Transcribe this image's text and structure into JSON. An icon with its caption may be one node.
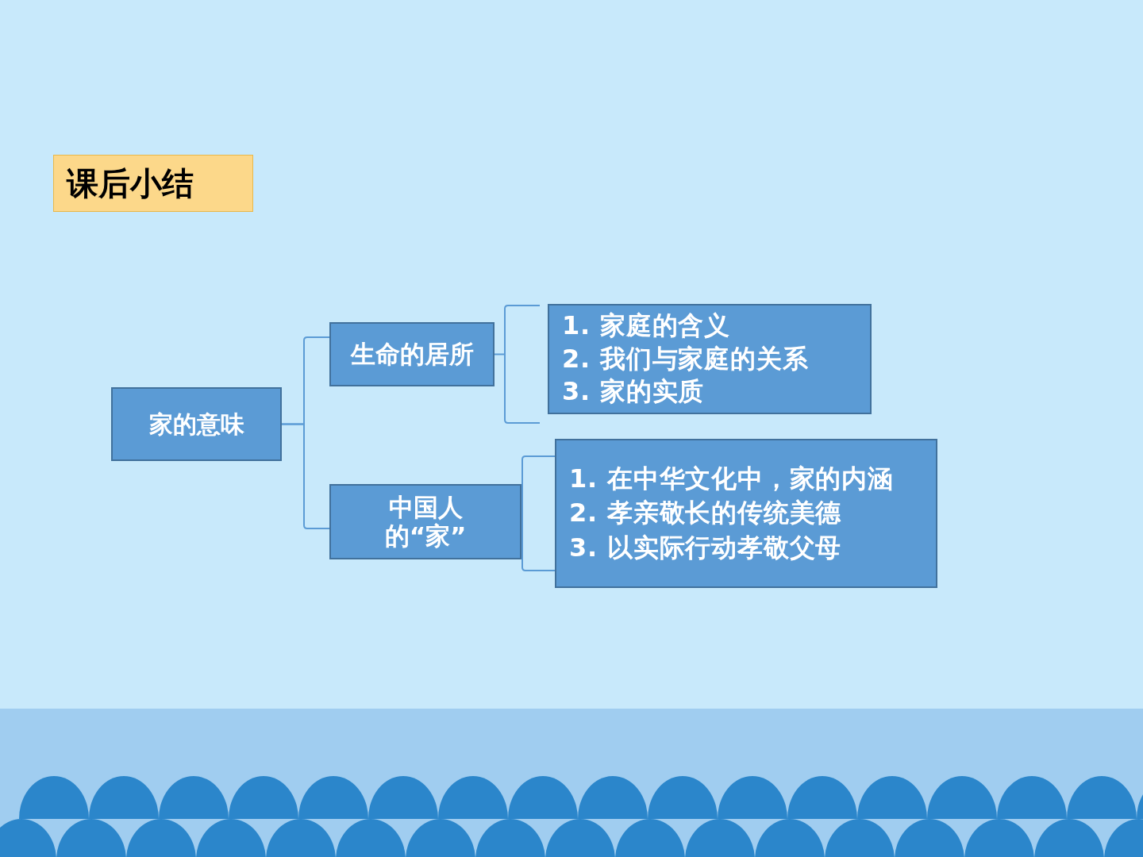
{
  "diagram": {
    "title": "课后小结",
    "nodes": [
      {
        "text": [
          "家的意味"
        ]
      },
      {
        "text": [
          "生命的居所"
        ]
      },
      {
        "text": [
          "中国人的“家”"
        ]
      },
      {
        "text": [
          "1. 家庭的含义",
          "2. 我们与家庭的关系",
          "3. 家的实质"
        ]
      },
      {
        "text": [
          "1. 在中华文化中，家的内涵",
          "2. 孝亲敬长的传统美德",
          "3. 以实际行动孝敬父母"
        ]
      }
    ],
    "edges": [
      {
        "from": 0,
        "to": 1,
        "arrow": "none"
      },
      {
        "from": 0,
        "to": 2,
        "arrow": "none"
      },
      {
        "from": 1,
        "to": 3,
        "arrow": "none"
      },
      {
        "from": 2,
        "to": 4,
        "arrow": "none"
      }
    ]
  }
}
